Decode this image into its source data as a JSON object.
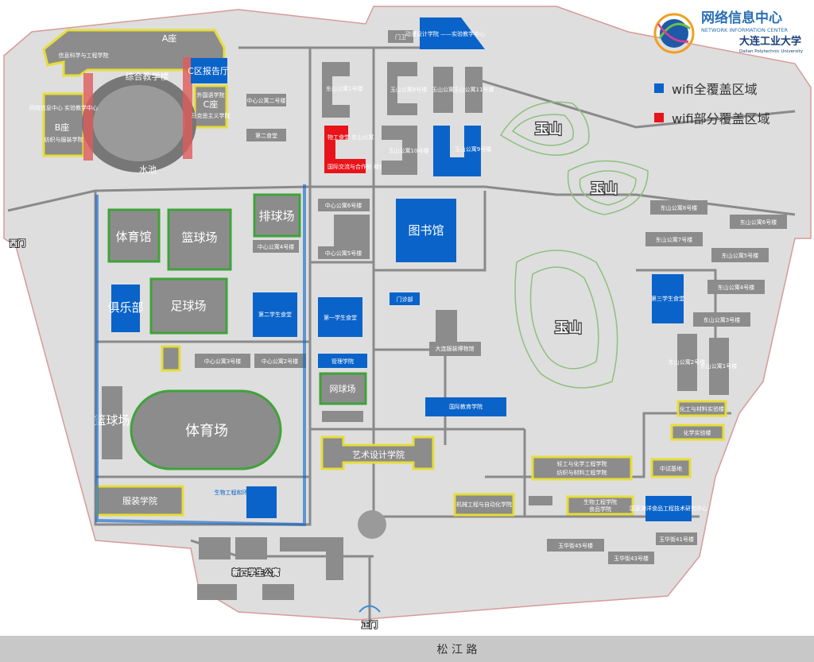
{
  "logo": {
    "title_cn": "网络信息中心",
    "title_en": "NETWORK INFORMATION CENTER",
    "university_cn": "大连工业大学",
    "university_en": "Dalian Polytechnic University"
  },
  "legend": {
    "full_coverage": "wifi全覆盖区域",
    "partial_coverage": "wifi部分覆盖区域",
    "full_color": "#0a63c9",
    "partial_color": "#e8141a"
  },
  "gates": {
    "west": "西门",
    "main": "正门"
  },
  "street": "松 江 路",
  "hills": [
    "玉山",
    "玉山",
    "玉山"
  ],
  "buildings": {
    "a_zuo": "A座",
    "info_school": "信息科学与工程学院",
    "teaching": "综合教学楼",
    "c_lecture": "C区报告厅",
    "c_zuo": "C座",
    "c_sub": "外国语学院",
    "c_sub2": "马克思主义学院",
    "b_zuo": "B座",
    "b_sub": "网络信息中心 实验教学中心",
    "b_sub2": "纺织与服装学院",
    "water": "水池",
    "top_unit": "动漫设计学院 ——实验教学中心",
    "top_small": "门卫",
    "west_mid1": "中心公寓二号楼",
    "west_mid2": "第二食堂",
    "dongshan_left": "东山公寓",
    "dongshan_left_sub": "东山公寓1号楼",
    "red_bldg": "物工食堂 东山公寓",
    "red_sub": "国际交流与合作处 继续教育学院",
    "yushan9": "玉山公寓9号楼",
    "yushan_a": "玉山公寓8号楼",
    "yushan_b": "玉山公寓",
    "yushan_c": "玉山公寓11号楼",
    "yushan_d": "玉山公寓10号楼",
    "gym": "体育馆",
    "basketball": "篮球场",
    "volleyball": "排球场",
    "dorm6": "中心公寓6号楼",
    "dorm4": "中心公寓4号楼",
    "dorm5": "中心公寓5号楼",
    "library": "图书馆",
    "east_d8": "东山公寓8号楼",
    "east_d7": "东山公寓7号楼",
    "east_d6": "东山公寓6号楼",
    "east_d5": "东山公寓5号楼",
    "east_d4": "东山公寓4号楼",
    "east_d3": "东山公寓3号楼",
    "east_d2": "东山公寓2号楼",
    "east_d1": "东山公寓1号楼",
    "third_canteen": "第三学生食堂",
    "club": "俱乐部",
    "football": "足球场",
    "canteen2": "第二学生食堂",
    "canteen1": "第一学生食堂",
    "clinic": "门诊部",
    "museum": "大连服装博物馆",
    "dorm3": "中心公寓3号楼",
    "dorm2": "中心公寓2号楼",
    "management": "管理学院",
    "tennis": "网球场",
    "basketball2": "篮球场",
    "stadium": "体育场",
    "intl_school": "国际教育学院",
    "east_lab": "化工与材料实验楼",
    "chem_lab": "化学实验楼",
    "art_school": "艺术设计学院",
    "light_ind": "轻工与化学工程学院",
    "textile": "纺织与材料工程学院",
    "pilot": "中试基地",
    "fashion": "服装学院",
    "bio_train": "生物工程和环境实训中心",
    "mech": "机械工程与自动化学院",
    "bio_food1": "生物工程学院",
    "bio_food2": "食品学院",
    "marine": "国家海洋食品工程技术研究中心",
    "yuhua45": "玉华街45号楼",
    "yuhua43": "玉华街43号楼",
    "yuhua41": "玉华街41号楼",
    "new4": "新四学生公寓"
  }
}
